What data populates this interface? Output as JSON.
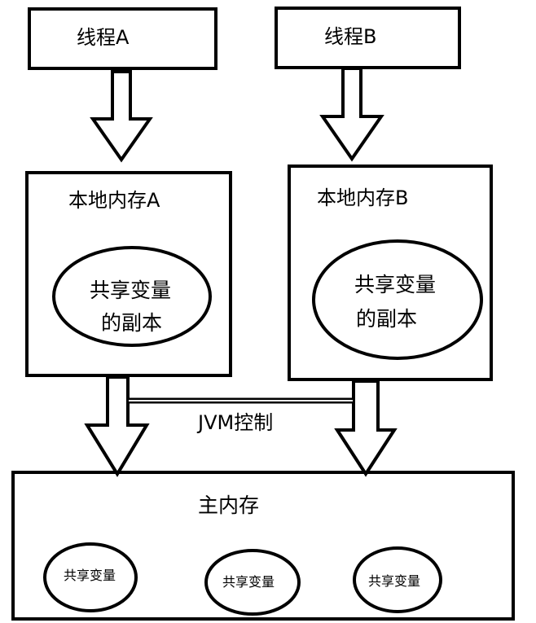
{
  "threads": [
    {
      "label": "线程A"
    },
    {
      "label": "线程B"
    }
  ],
  "local_memories": [
    {
      "title": "本地内存A",
      "copy_line1": "共享变量",
      "copy_line2": "的副本"
    },
    {
      "title": "本地内存B",
      "copy_line1": "共享变量",
      "copy_line2": "的副本"
    }
  ],
  "jvm_label": "JVM控制",
  "main_memory": {
    "title": "主内存",
    "shared_vars": [
      "共享变量",
      "共享变量",
      "共享变量"
    ]
  }
}
